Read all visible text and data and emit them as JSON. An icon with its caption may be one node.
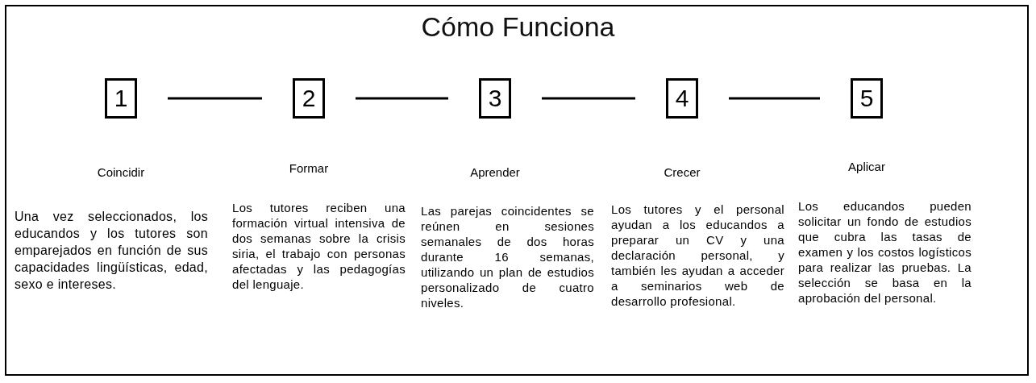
{
  "diagram": {
    "title": "Cómo Funciona",
    "nodes": [
      {
        "text": [
          "1"
        ],
        "beside": [
          "Coincidir",
          "Una vez seleccionados, los educandos y los tutores son emparejados en función de sus capacidades lingüísticas, edad, sexo e intereses."
        ]
      },
      {
        "text": [
          "2"
        ],
        "beside": [
          "Formar",
          "Los tutores reciben una formación virtual intensiva de dos semanas sobre la crisis siria, el trabajo con personas afectadas y las pedagogías del lenguaje."
        ]
      },
      {
        "text": [
          "3"
        ],
        "beside": [
          "Aprender",
          "Las parejas coincidentes se reúnen en sesiones semanales de dos horas durante 16 semanas, utilizando un plan de estudios personalizado de cuatro niveles."
        ]
      },
      {
        "text": [
          "4"
        ],
        "beside": [
          "Crecer",
          "Los tutores y el personal ayudan a los educandos a preparar un CV y una declaración personal, y también les ayudan a acceder a seminarios web de desarrollo profesional."
        ]
      },
      {
        "text": [
          "5"
        ],
        "beside": [
          "Aplicar",
          "Los educandos pueden solicitar un fondo de estudios que cubra las tasas de examen y los costos logísticos para realizar las pruebas. La selección se basa en la aprobación del personal."
        ]
      }
    ],
    "edges": [
      {
        "from": 0,
        "to": 1,
        "arrow": "none"
      },
      {
        "from": 1,
        "to": 2,
        "arrow": "none"
      },
      {
        "from": 2,
        "to": 3,
        "arrow": "none"
      },
      {
        "from": 3,
        "to": 4,
        "arrow": "none"
      }
    ]
  }
}
